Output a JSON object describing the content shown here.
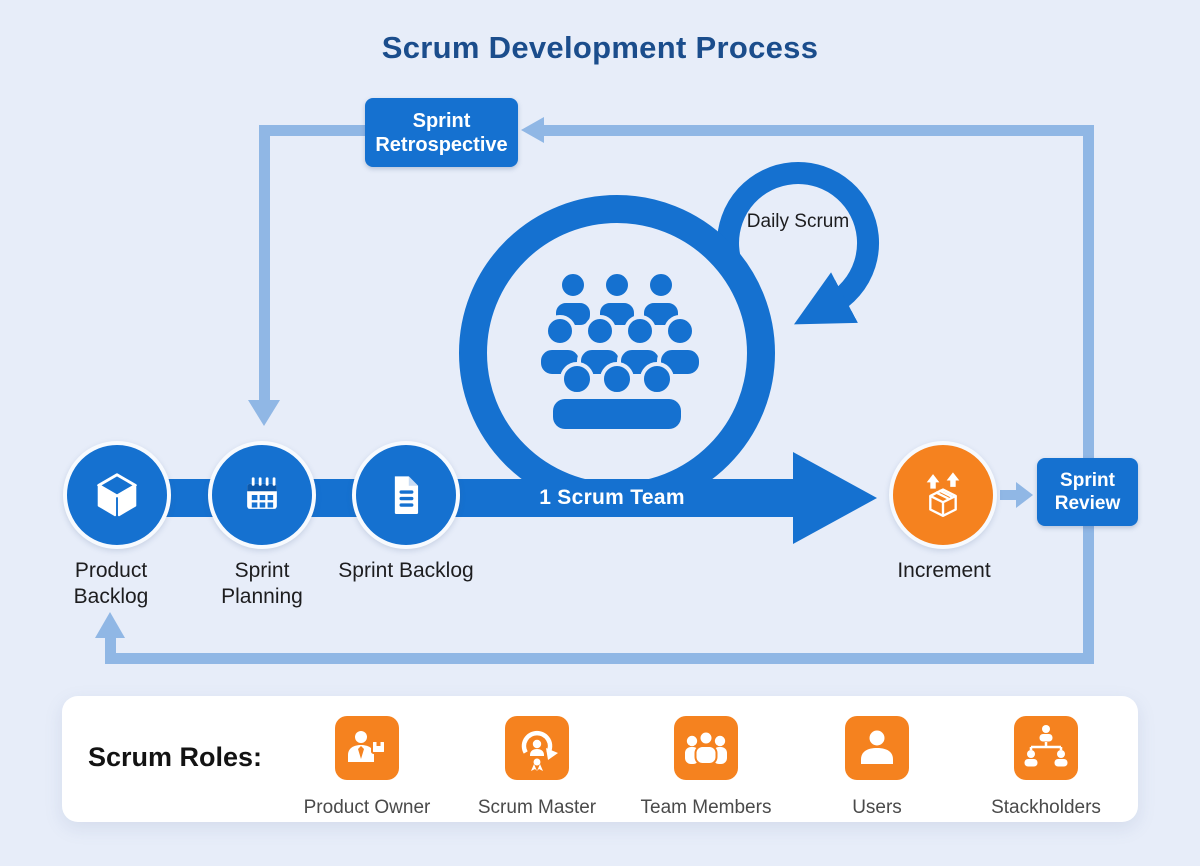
{
  "title": "Scrum Development Process",
  "colors": {
    "background": "#e7edf9",
    "primary_blue": "#1571d0",
    "dark_blue_header": "#0b58ab",
    "light_arrow_blue": "#90b7e5",
    "orange": "#f5821f",
    "title_navy": "#1b4d8c",
    "text_dark": "#1d1d1f",
    "panel_white": "#ffffff"
  },
  "diagram": {
    "retrospective_box": "Sprint Retrospective",
    "review_box": "Sprint Review",
    "flow_label": "1 Scrum Team",
    "loop_label": "Daily Scrum",
    "nodes": [
      {
        "label": "Product Backlog",
        "icon": "cube-icon",
        "color": "blue"
      },
      {
        "label": "Sprint Planning",
        "icon": "calendar-icon",
        "color": "blue"
      },
      {
        "label": "Sprint Backlog",
        "icon": "document-icon",
        "color": "blue"
      },
      {
        "label": "Increment",
        "icon": "open-box-icon",
        "color": "orange"
      }
    ]
  },
  "roles_panel": {
    "heading": "Scrum Roles:",
    "roles": [
      {
        "label": "Product Owner",
        "icon": "product-owner-icon"
      },
      {
        "label": "Scrum Master",
        "icon": "scrum-master-icon"
      },
      {
        "label": "Team Members",
        "icon": "team-members-icon"
      },
      {
        "label": "Users",
        "icon": "user-icon"
      },
      {
        "label": "Stackholders",
        "icon": "stakeholders-icon"
      }
    ]
  }
}
